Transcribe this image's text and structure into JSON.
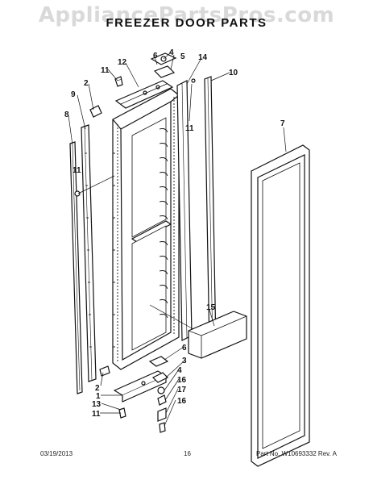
{
  "watermark": "AppliancePartsPros.com",
  "title": "FREEZER DOOR PARTS",
  "callouts": [
    "4",
    "6",
    "5",
    "11",
    "12",
    "14",
    "10",
    "2",
    "9",
    "8",
    "11",
    "7",
    "11",
    "15",
    "6",
    "2",
    "3",
    "1",
    "4",
    "13",
    "16",
    "11",
    "17",
    "16"
  ],
  "footer": {
    "date": "03/19/2013",
    "page": "16",
    "part_number": "Part No. W10693332  Rev. A"
  }
}
